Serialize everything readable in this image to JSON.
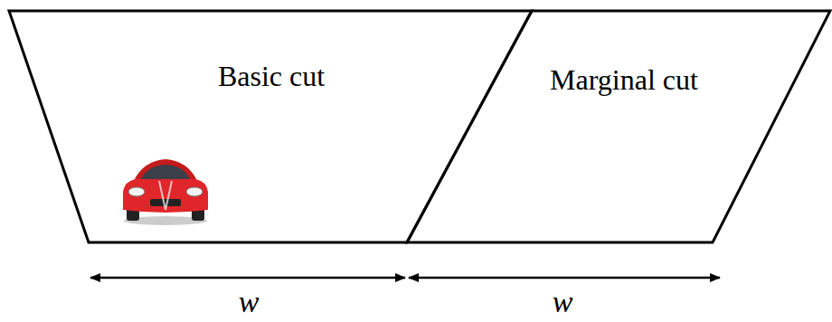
{
  "diagram": {
    "nodes": [
      {
        "text": [
          "Basic cut"
        ]
      },
      {
        "text": [
          "Marginal cut"
        ]
      }
    ],
    "labels": [
      "w",
      "w"
    ]
  }
}
